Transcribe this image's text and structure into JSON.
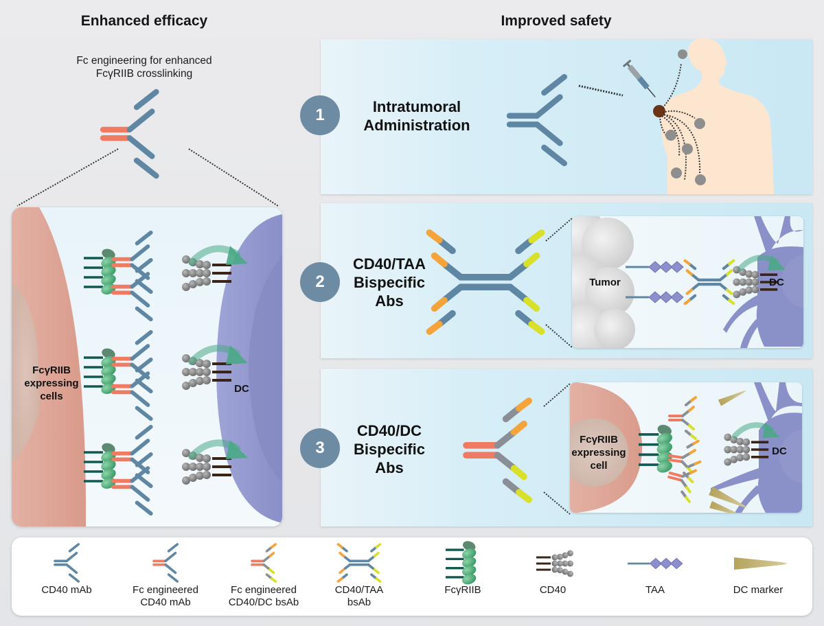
{
  "headings": {
    "left": "Enhanced efficacy",
    "right": "Improved safety"
  },
  "left_section": {
    "subtitle_line1": "Fc engineering for enhanced",
    "subtitle_line2": "FcγRIIB crosslinking",
    "cell_left_label_line1": "FcγRIIB",
    "cell_left_label_line2": "expressing",
    "cell_left_label_line3": "cells",
    "cell_right_label": "DC"
  },
  "strategies": [
    {
      "number": "1",
      "label_line1": "Intratumoral",
      "label_line2": "Administration"
    },
    {
      "number": "2",
      "label_line1": "CD40/TAA",
      "label_line2": "Bispecific",
      "label_line3": "Abs",
      "inset_left_label": "Tumor",
      "inset_right_label": "DC"
    },
    {
      "number": "3",
      "label_line1": "CD40/DC",
      "label_line2": "Bispecific",
      "label_line3": "Abs",
      "inset_left_label_line1": "FcγRIIB",
      "inset_left_label_line2": "expressing",
      "inset_left_label_line3": "cell",
      "inset_right_label": "DC"
    }
  ],
  "legend": [
    {
      "icon": "cd40-mab-icon",
      "line1": "CD40 mAb",
      "line2": ""
    },
    {
      "icon": "fc-engineered-cd40-mab-icon",
      "line1": "Fc engineered",
      "line2": "CD40 mAb"
    },
    {
      "icon": "fc-engineered-cd40-dc-bsab-icon",
      "line1": "Fc engineered",
      "line2": "CD40/DC bsAb"
    },
    {
      "icon": "cd40-taa-bsab-icon",
      "line1": "CD40/TAA",
      "line2": "bsAb"
    },
    {
      "icon": "fcgriib-icon",
      "line1": "FcγRIIB",
      "line2": ""
    },
    {
      "icon": "cd40-icon",
      "line1": "CD40",
      "line2": ""
    },
    {
      "icon": "taa-icon",
      "line1": "TAA",
      "line2": ""
    },
    {
      "icon": "dc-marker-icon",
      "line1": "DC marker",
      "line2": ""
    }
  ],
  "colors": {
    "antibody_blue": "#5f87a3",
    "fc_engineered_red": "#ef7c62",
    "antibody_gray": "#8a8f95",
    "arm_orange": "#f4a43a",
    "arm_yellow": "#d8e02a",
    "fcgriib_green": "#4fae7a",
    "receptor_teal": "#11584f",
    "cd40_gray": "#858585",
    "cd40_brown": "#3a2418",
    "taa_purple": "#8c8fcc",
    "dc_marker_tan": "#a99a5c",
    "dc_cell_purple": "#8a90c8",
    "fc_cell_pink": "#e0a898",
    "arrow_green": "#4aa986",
    "badge_slate": "#6d8ba3",
    "body_skin": "#fde6d0"
  }
}
